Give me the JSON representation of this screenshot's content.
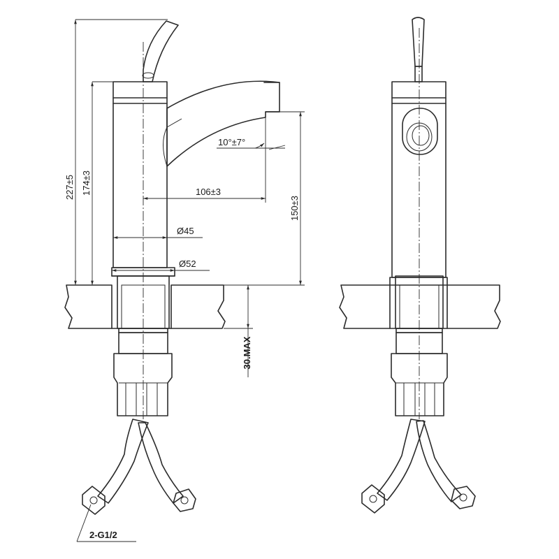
{
  "dimensions": {
    "total_height": "227±5",
    "body_height": "174±3",
    "spout_reach": "106±3",
    "spout_height": "150±3",
    "spout_angle": "10°±7°",
    "body_diameter": "Ø45",
    "base_diameter": "Ø52",
    "max_thickness": "30.MAX",
    "connection": "2-G1/2"
  }
}
